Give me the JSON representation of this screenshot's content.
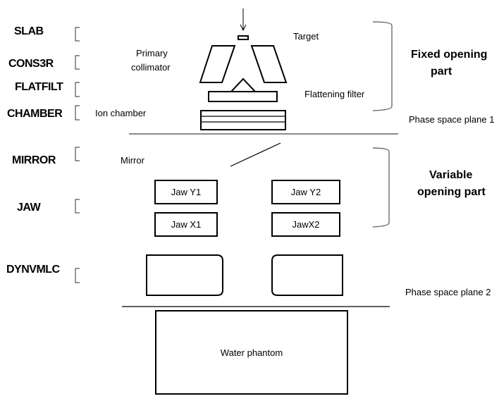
{
  "modules": [
    {
      "name": "SLAB"
    },
    {
      "name": "CONS3R"
    },
    {
      "name": "FLATFILT"
    },
    {
      "name": "CHAMBER"
    },
    {
      "name": "MIRROR"
    },
    {
      "name": "JAW"
    },
    {
      "name": "DYNVMLC"
    }
  ],
  "components": {
    "target": "Target",
    "primary_collimator_line1": "Primary",
    "primary_collimator_line2": "collimator",
    "flattening_filter": "Flattening filter",
    "ion_chamber": "Ion chamber",
    "mirror": "Mirror",
    "jaw_y1": "Jaw Y1",
    "jaw_y2": "Jaw Y2",
    "jaw_x1": "Jaw X1",
    "jaw_x2": "JawX2",
    "water_phantom": "Water phantom"
  },
  "parts": {
    "fixed_line1": "Fixed opening",
    "fixed_line2": "part",
    "variable_line1": "Variable",
    "variable_line2": "opening part"
  },
  "planes": {
    "plane1": "Phase space plane 1",
    "plane2": "Phase space plane 2"
  }
}
